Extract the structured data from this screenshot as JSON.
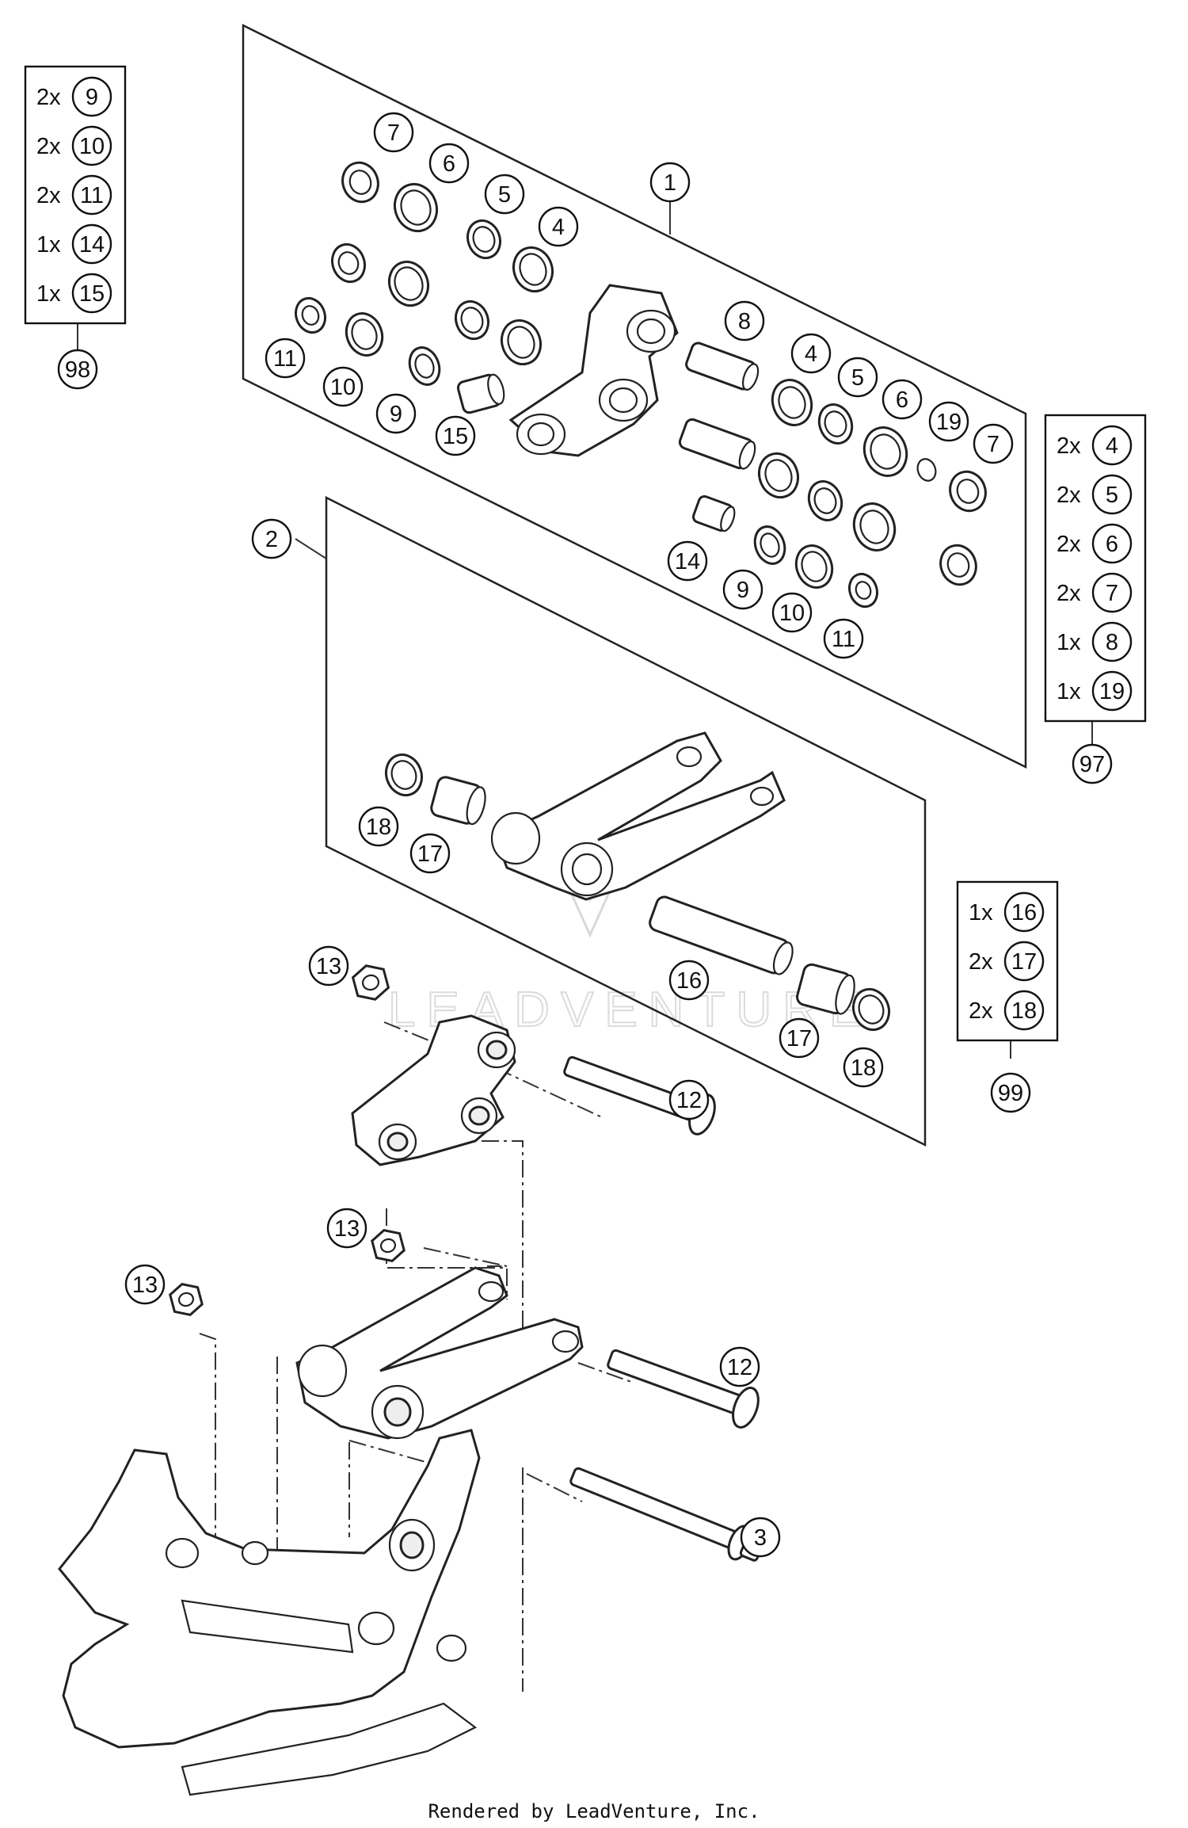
{
  "callouts": [
    {
      "id": "1",
      "label": "1"
    },
    {
      "id": "2",
      "label": "2"
    },
    {
      "id": "3",
      "label": "3"
    },
    {
      "id": "g1-7a",
      "label": "7"
    },
    {
      "id": "g1-6a",
      "label": "6"
    },
    {
      "id": "g1-5a",
      "label": "5"
    },
    {
      "id": "g1-4a",
      "label": "4"
    },
    {
      "id": "g1-11a",
      "label": "11"
    },
    {
      "id": "g1-10a",
      "label": "10"
    },
    {
      "id": "g1-9a",
      "label": "9"
    },
    {
      "id": "g1-15",
      "label": "15"
    },
    {
      "id": "g1-8",
      "label": "8"
    },
    {
      "id": "g1-4b",
      "label": "4"
    },
    {
      "id": "g1-5b",
      "label": "5"
    },
    {
      "id": "g1-6b",
      "label": "6"
    },
    {
      "id": "g1-19",
      "label": "19"
    },
    {
      "id": "g1-7b",
      "label": "7"
    },
    {
      "id": "g1-14",
      "label": "14"
    },
    {
      "id": "g1-9b",
      "label": "9"
    },
    {
      "id": "g1-10b",
      "label": "10"
    },
    {
      "id": "g1-11b",
      "label": "11"
    },
    {
      "id": "g2-18a",
      "label": "18"
    },
    {
      "id": "g2-17a",
      "label": "17"
    },
    {
      "id": "g2-16",
      "label": "16"
    },
    {
      "id": "g2-17b",
      "label": "17"
    },
    {
      "id": "g2-18b",
      "label": "18"
    },
    {
      "id": "13a",
      "label": "13"
    },
    {
      "id": "12a",
      "label": "12"
    },
    {
      "id": "13b",
      "label": "13"
    },
    {
      "id": "13c",
      "label": "13"
    },
    {
      "id": "12b",
      "label": "12"
    },
    {
      "id": "kit-98",
      "label": "98"
    },
    {
      "id": "kit-97",
      "label": "97"
    },
    {
      "id": "kit-99",
      "label": "99"
    }
  ],
  "kits": [
    {
      "number": "98",
      "items": [
        {
          "qty": "2x",
          "part": "9"
        },
        {
          "qty": "2x",
          "part": "10"
        },
        {
          "qty": "2x",
          "part": "11"
        },
        {
          "qty": "1x",
          "part": "14"
        },
        {
          "qty": "1x",
          "part": "15"
        }
      ]
    },
    {
      "number": "97",
      "items": [
        {
          "qty": "2x",
          "part": "4"
        },
        {
          "qty": "2x",
          "part": "5"
        },
        {
          "qty": "2x",
          "part": "6"
        },
        {
          "qty": "2x",
          "part": "7"
        },
        {
          "qty": "1x",
          "part": "8"
        },
        {
          "qty": "1x",
          "part": "19"
        }
      ]
    },
    {
      "number": "99",
      "items": [
        {
          "qty": "1x",
          "part": "16"
        },
        {
          "qty": "2x",
          "part": "17"
        },
        {
          "qty": "2x",
          "part": "18"
        }
      ]
    }
  ],
  "watermark": "LEADVENTURE",
  "footer": "Rendered by LeadVenture, Inc."
}
